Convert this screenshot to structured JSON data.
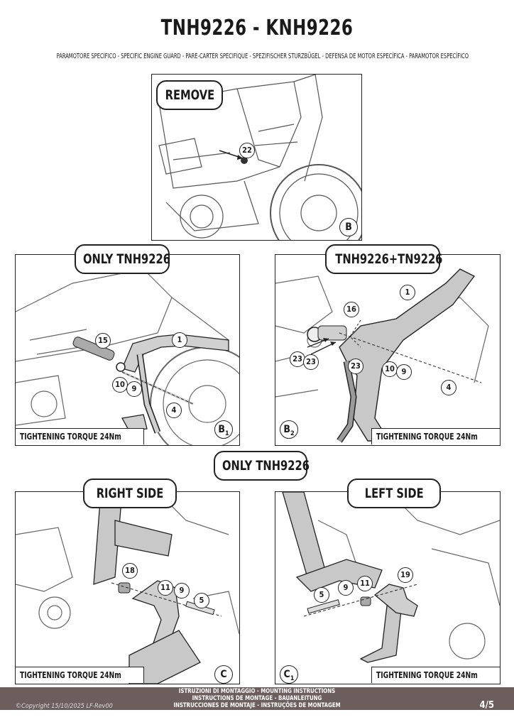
{
  "header": {
    "title": "TNH9226 - KNH9226",
    "subtitle": "PARAMOTORE SPECIFICO  -  SPECIFIC ENGINE GUARD - PARE-CARTER SPECIFIQUE - SPEZIFISCHER STURZBÜGEL - DEFENSA DE MOTOR ESPECÍFICA - PARAMOTOR ESPECÍFICO"
  },
  "panels": {
    "b": {
      "label": "REMOVE",
      "callouts": [
        "22"
      ],
      "corner": "B"
    },
    "b1": {
      "label": "ONLY TNH9226",
      "callouts": [
        "15",
        "1",
        "10",
        "9",
        "4"
      ],
      "corner": "B",
      "corner_sub": "1",
      "torque": "TIGHTENING TORQUE 24Nm"
    },
    "b2": {
      "label": "TNH9226+TN9226",
      "callouts": [
        "1",
        "16",
        "23",
        "23",
        "23",
        "10",
        "9",
        "4"
      ],
      "corner": "B",
      "corner_sub": "2",
      "torque": "TIGHTENING TORQUE 24Nm"
    },
    "middle_label": "ONLY TNH9226",
    "c": {
      "label": "RIGHT SIDE",
      "callouts": [
        "18",
        "11",
        "9",
        "5"
      ],
      "corner": "C",
      "torque": "TIGHTENING TORQUE 24Nm"
    },
    "c1": {
      "label": "LEFT SIDE",
      "callouts": [
        "19",
        "5",
        "9",
        "11"
      ],
      "corner": "C",
      "corner_sub": "1",
      "torque": "TIGHTENING TORQUE 24Nm"
    }
  },
  "footer": {
    "line1": "ISTRUZIONI DI MONTAGGIO  -  MOUNTING INSTRUCTIONS",
    "line2": "INSTRUCTIONS DE MONTAGE - BAUANLEITUNG",
    "line3": "INSTRUCCIONES DE MONTAJE - INSTRUÇÕES DE MONTAGEM",
    "copyright": "©Copyright 15/10/2025 LF-Rev00",
    "page": "4/5"
  }
}
